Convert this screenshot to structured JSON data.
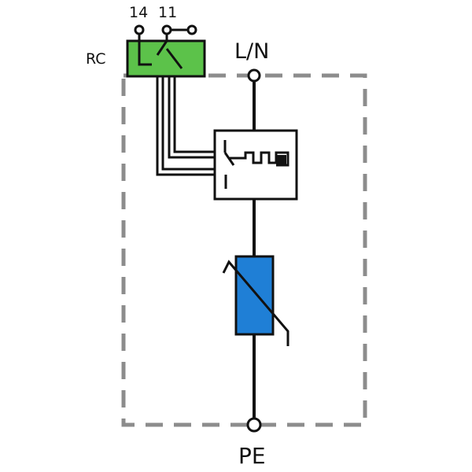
{
  "labels": {
    "pin_14": "14",
    "pin_11": "11",
    "rc": "RC",
    "line_neutral": "L/N",
    "protective_earth": "PE"
  },
  "colors": {
    "enclosure": "#8c8c8c",
    "wire": "#111111",
    "rc_contact_fill": "#5cc24a",
    "varistor_fill": "#1f7fd6",
    "background": "#ffffff"
  },
  "icons": {
    "rc_contact": "changeover-contact-icon",
    "disconnector": "thermal-disconnector-icon",
    "varistor": "varistor-icon",
    "terminal": "terminal-circle-icon"
  }
}
